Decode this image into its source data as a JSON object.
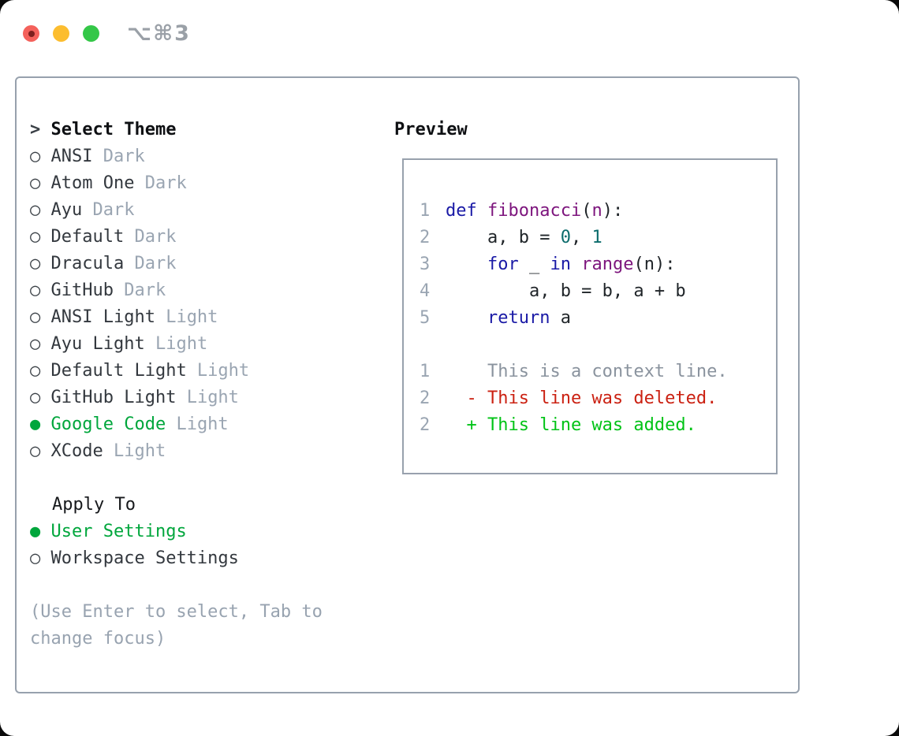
{
  "window": {
    "title": "⌥⌘3",
    "traffic_lights": {
      "red": "#f4615b",
      "yellow": "#fcbd2f",
      "green": "#34c748"
    }
  },
  "theme_panel": {
    "header_prefix": "> ",
    "header": "Select Theme",
    "themes": [
      {
        "name": "ANSI",
        "variant": "Dark",
        "selected": false
      },
      {
        "name": "Atom One",
        "variant": "Dark",
        "selected": false
      },
      {
        "name": "Ayu",
        "variant": "Dark",
        "selected": false
      },
      {
        "name": "Default",
        "variant": "Dark",
        "selected": false
      },
      {
        "name": "Dracula",
        "variant": "Dark",
        "selected": false
      },
      {
        "name": "GitHub",
        "variant": "Dark",
        "selected": false
      },
      {
        "name": "ANSI Light",
        "variant": "Light",
        "selected": false
      },
      {
        "name": "Ayu Light",
        "variant": "Light",
        "selected": false
      },
      {
        "name": "Default Light",
        "variant": "Light",
        "selected": false
      },
      {
        "name": "GitHub Light",
        "variant": "Light",
        "selected": false
      },
      {
        "name": "Google Code",
        "variant": "Light",
        "selected": true
      },
      {
        "name": "XCode",
        "variant": "Light",
        "selected": false
      }
    ],
    "apply_to": {
      "header": "Apply To",
      "options": [
        {
          "label": "User Settings",
          "selected": true
        },
        {
          "label": "Workspace Settings",
          "selected": false
        }
      ]
    },
    "help": "(Use Enter to select, Tab to change focus)"
  },
  "preview_panel": {
    "header": "Preview",
    "code_lines": [
      {
        "num": "1",
        "tokens": [
          {
            "t": "def",
            "c": "kw"
          },
          {
            "t": " ",
            "c": "pl"
          },
          {
            "t": "fibonacci",
            "c": "fn"
          },
          {
            "t": "(",
            "c": "pl"
          },
          {
            "t": "n",
            "c": "fn"
          },
          {
            "t": "):",
            "c": "pl"
          }
        ]
      },
      {
        "num": "2",
        "tokens": [
          {
            "t": "    a, b = ",
            "c": "pl"
          },
          {
            "t": "0",
            "c": "num"
          },
          {
            "t": ", ",
            "c": "pl"
          },
          {
            "t": "1",
            "c": "num"
          }
        ]
      },
      {
        "num": "3",
        "tokens": [
          {
            "t": "    ",
            "c": "pl"
          },
          {
            "t": "for",
            "c": "kw"
          },
          {
            "t": " _ ",
            "c": "pl"
          },
          {
            "t": "in",
            "c": "kw"
          },
          {
            "t": " ",
            "c": "pl"
          },
          {
            "t": "range",
            "c": "fn"
          },
          {
            "t": "(n):",
            "c": "pl"
          }
        ]
      },
      {
        "num": "4",
        "tokens": [
          {
            "t": "        a, b = b, a + b",
            "c": "pl"
          }
        ]
      },
      {
        "num": "5",
        "tokens": [
          {
            "t": "    ",
            "c": "pl"
          },
          {
            "t": "return",
            "c": "kw"
          },
          {
            "t": " a",
            "c": "pl"
          }
        ]
      }
    ],
    "diff_lines": [
      {
        "num": "1",
        "text": "    This is a context line.",
        "type": "context"
      },
      {
        "num": "2",
        "text": "  - This line was deleted.",
        "type": "deleted"
      },
      {
        "num": "2",
        "text": "  + This line was added.",
        "type": "added"
      }
    ]
  },
  "colors": {
    "accent_green": "#00a63c",
    "diff_added": "#00c316",
    "diff_deleted": "#cb2112",
    "muted_gray": "#9aa5b2",
    "keyword_blue": "#1a1aa6",
    "function_purple": "#7d157d",
    "number_teal": "#0c6c6c",
    "panel_border": "#97a1ad"
  },
  "glyphs": {
    "unselected": "○ ",
    "selected": "● "
  }
}
